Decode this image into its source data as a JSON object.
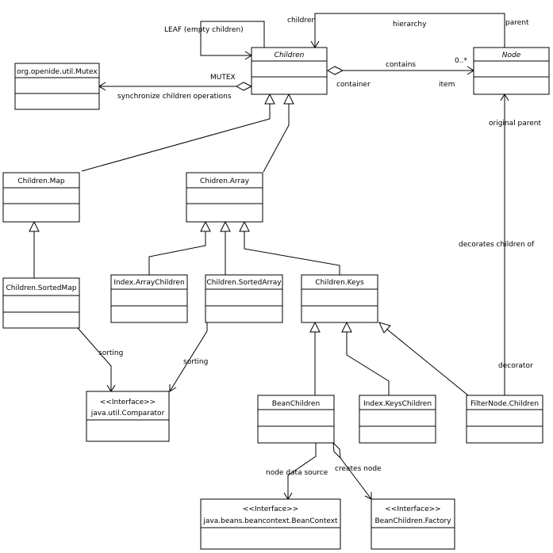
{
  "classes": {
    "children": {
      "name": "Children"
    },
    "node": {
      "name": "Node"
    },
    "mutex": {
      "name": "org.openide.util.Mutex"
    },
    "children_map": {
      "name": "Children.Map"
    },
    "children_array": {
      "name": "Chidren.Array"
    },
    "children_sortedmap": {
      "name": "Children.SortedMap"
    },
    "index_arraychildren": {
      "name": "Index.ArrayChildren"
    },
    "children_sortedarray": {
      "name": "Children.SortedArray"
    },
    "children_keys": {
      "name": "Children.Keys"
    },
    "comparator": {
      "stereotype": "<<Interface>>",
      "name": "java.util.Comparator"
    },
    "beanchildren": {
      "name": "BeanChildren"
    },
    "index_keyschildren": {
      "name": "Index.KeysChildren"
    },
    "filternode_children": {
      "name": "FilterNode.Children"
    },
    "beancontext": {
      "stereotype": "<<Interface>>",
      "name": "java.beans.beancontext.BeanContext"
    },
    "beanchildren_factory": {
      "stereotype": "<<Interface>>",
      "name": "BeanChildren.Factory"
    }
  },
  "labels": {
    "leaf": "LEAF (empty children)",
    "children_role": "children",
    "hierarchy": "hierarchy",
    "parent": "parent",
    "mutex_role": "MUTEX",
    "synchronize": "synchronize children operations",
    "contains": "contains",
    "multiplicity": "0..*",
    "container": "container",
    "item": "item",
    "original_parent": "original parent",
    "decorates": "decorates children of",
    "decorator": "decorator",
    "sorting_left": "sorting",
    "sorting_right": "sorting",
    "node_data_source": "node data source",
    "creates_node": "creates node"
  }
}
